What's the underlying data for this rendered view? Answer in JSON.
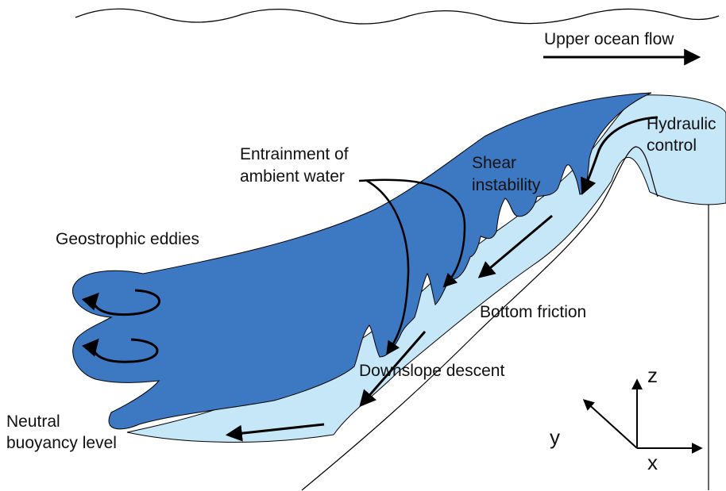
{
  "labels": {
    "upper_ocean_flow": "Upper ocean flow",
    "hydraulic_line1": "Hydraulic",
    "hydraulic_line2": "control",
    "entrainment_line1": "Entrainment of",
    "entrainment_line2": "ambient water",
    "shear_line1": "Shear",
    "shear_line2": "instability",
    "geostrophic": "Geostrophic eddies",
    "bottom_friction": "Bottom friction",
    "downslope": "Downslope descent",
    "neutral_line1": "Neutral",
    "neutral_line2": "buoyancy level"
  },
  "axes": {
    "z": "z",
    "y": "y",
    "x": "x"
  },
  "colors": {
    "overflow_blue": "#3d78c3",
    "bottom_layer": "#c6e7f7",
    "line": "#000000"
  }
}
